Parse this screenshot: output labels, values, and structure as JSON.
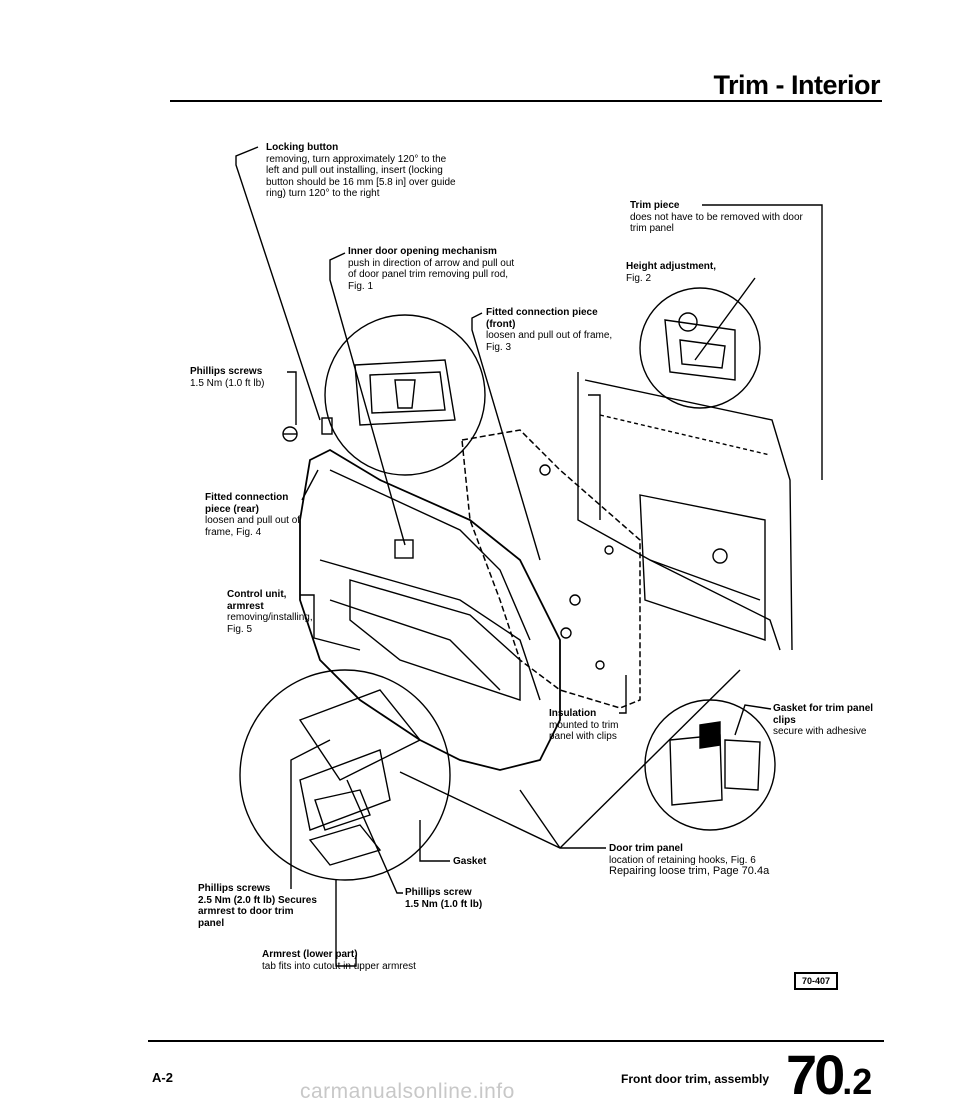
{
  "header": {
    "title": "Trim - Interior"
  },
  "callouts": {
    "locking_button": {
      "title": "Locking button",
      "body": "removing, turn approximately 120° to the left and pull out installing, insert (locking button should be 16 mm [5.8 in] over guide ring) turn 120° to the right"
    },
    "inner_door_opening": {
      "title": "Inner door opening mechanism",
      "body": "push in direction of arrow and pull out of door panel trim removing pull rod, Fig. 1"
    },
    "trim_piece": {
      "title": "Trim piece",
      "body": "does not have to be removed with door trim panel"
    },
    "height_adjustment": {
      "title": "Height adjustment,",
      "body": "Fig. 2"
    },
    "fitted_connection_front": {
      "title": "Fitted connection piece (front)",
      "body": "loosen and pull out of frame, Fig. 3"
    },
    "phillips_screws_top": {
      "title": "Phillips screws",
      "body": "1.5 Nm (1.0 ft lb)"
    },
    "fitted_connection_rear": {
      "title": "Fitted connection piece (rear)",
      "body": "loosen and pull out of frame, Fig. 4"
    },
    "control_unit": {
      "title": "Control unit, armrest",
      "body": "removing/installing, Fig. 5"
    },
    "insulation": {
      "title": "Insulation",
      "body": "mounted to trim panel with clips"
    },
    "gasket_clips": {
      "title": "Gasket for trim panel clips",
      "body": "secure with adhesive"
    },
    "gasket": {
      "title": "Gasket",
      "body": ""
    },
    "door_trim_panel": {
      "title": "Door trim panel",
      "body": "location of retaining hooks, Fig. 6",
      "extra": "Repairing loose trim, Page 70.4a"
    },
    "phillips_screws_bottom": {
      "title": "Phillips screws",
      "body": "2.5 Nm (2.0 ft lb) Secures armrest to door trim panel"
    },
    "phillips_screw_armrest": {
      "title": "Phillips screw",
      "body": "1.5 Nm (1.0 ft lb)"
    },
    "armrest_lower": {
      "title": "Armrest (lower part)",
      "body": "tab fits into cutout in upper armrest"
    }
  },
  "figure_code": "70-407",
  "footer": {
    "page_ref": "A-2",
    "caption": "Front door trim, assembly",
    "section_number": "70",
    "section_sub": ".2"
  },
  "watermark": "carmanualsonline.info"
}
